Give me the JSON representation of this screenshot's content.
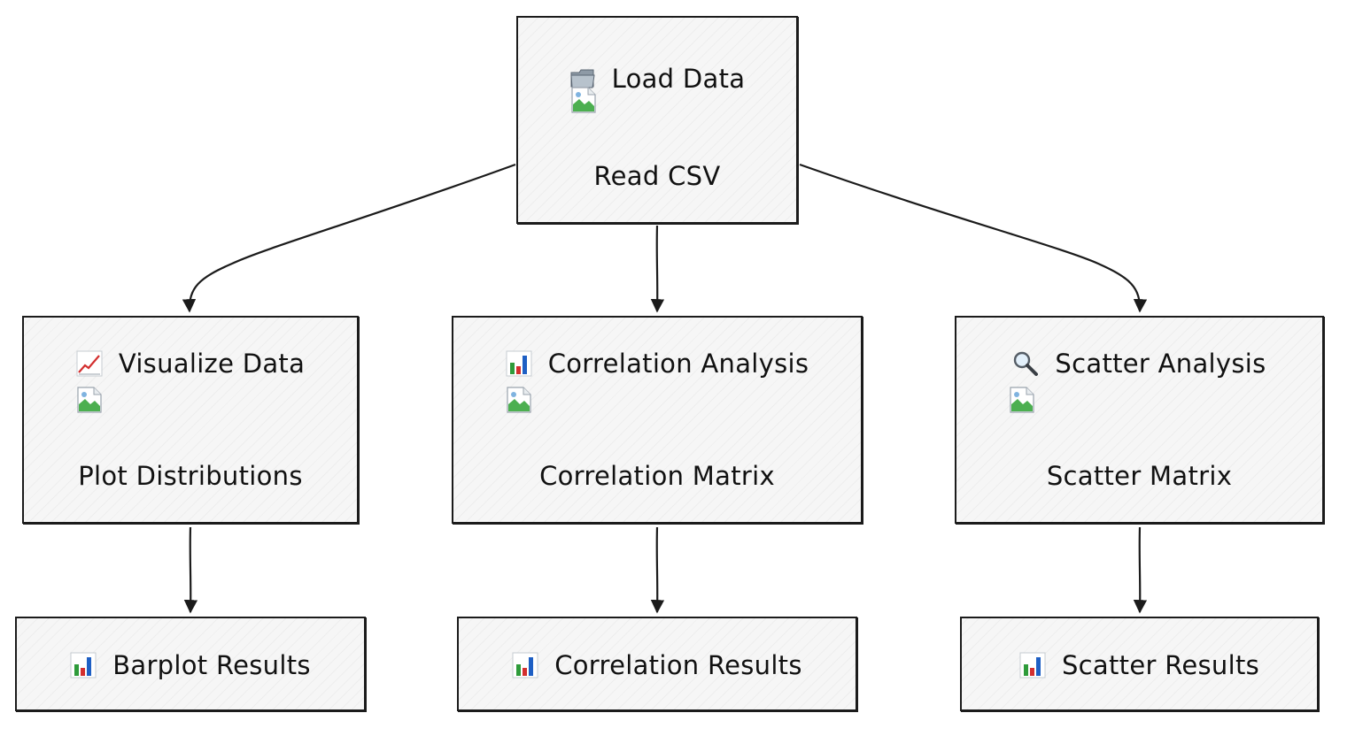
{
  "diagram": {
    "nodes": {
      "load": {
        "title": "Load Data",
        "subtitle": "Read CSV",
        "icon": "folder-icon"
      },
      "visualize": {
        "title": "Visualize Data",
        "subtitle": "Plot Distributions",
        "icon": "chart-increasing-icon"
      },
      "correlation": {
        "title": "Correlation Analysis",
        "subtitle": "Correlation Matrix",
        "icon": "bar-chart-icon"
      },
      "scatter": {
        "title": "Scatter Analysis",
        "subtitle": "Scatter Matrix",
        "icon": "magnifying-glass-icon"
      },
      "barplot_results": {
        "title": "Barplot Results",
        "icon": "bar-chart-icon"
      },
      "correlation_results": {
        "title": "Correlation Results",
        "icon": "bar-chart-icon"
      },
      "scatter_results": {
        "title": "Scatter Results",
        "icon": "bar-chart-icon"
      }
    },
    "edges": [
      {
        "from": "load",
        "to": "visualize"
      },
      {
        "from": "load",
        "to": "correlation"
      },
      {
        "from": "load",
        "to": "scatter"
      },
      {
        "from": "visualize",
        "to": "barplot_results"
      },
      {
        "from": "correlation",
        "to": "correlation_results"
      },
      {
        "from": "scatter",
        "to": "scatter_results"
      }
    ],
    "colors": {
      "node_fill": "#f6f6f6",
      "stroke": "#1b1b1b",
      "text": "#111111"
    }
  }
}
